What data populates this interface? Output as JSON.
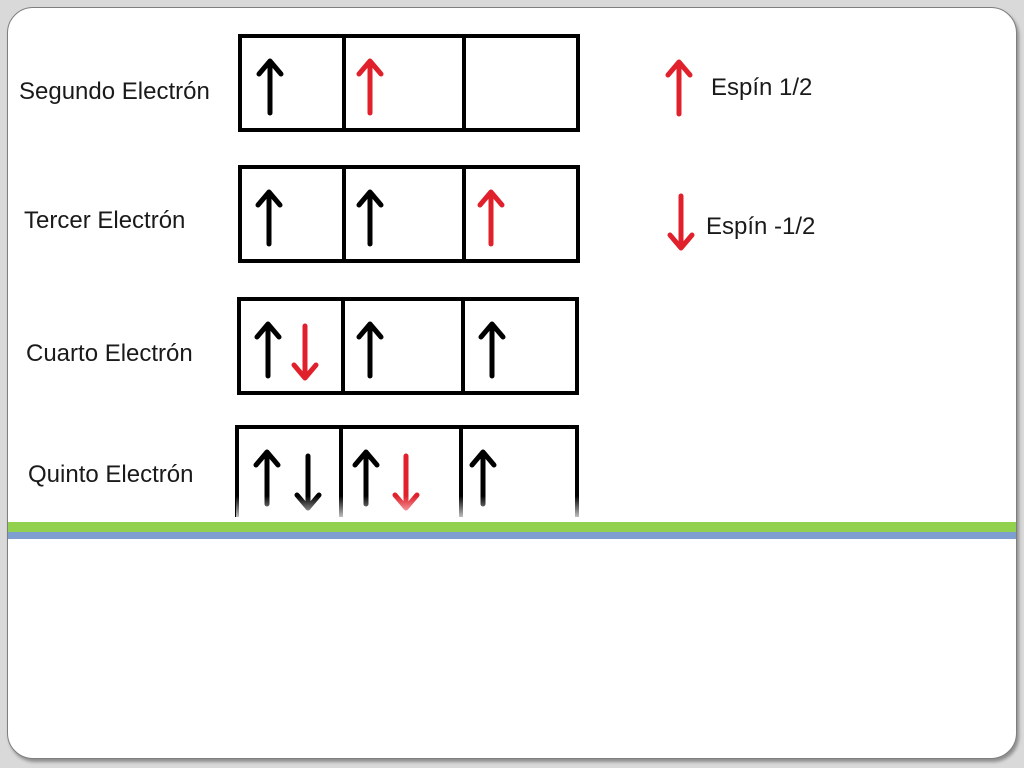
{
  "rows": [
    {
      "label": "Segundo Electrón",
      "boxes": [
        [
          "up-black"
        ],
        [
          "up-red"
        ],
        []
      ]
    },
    {
      "label": "Tercer Electrón",
      "boxes": [
        [
          "up-black"
        ],
        [
          "up-black"
        ],
        [
          "up-red"
        ]
      ]
    },
    {
      "label": "Cuarto Electrón",
      "boxes": [
        [
          "up-black",
          "down-red"
        ],
        [
          "up-black"
        ],
        [
          "up-black"
        ]
      ]
    },
    {
      "label": "Quinto Electrón",
      "boxes": [
        [
          "up-black",
          "down-black"
        ],
        [
          "up-black",
          "down-red"
        ],
        [
          "up-black"
        ]
      ]
    }
  ],
  "legend": [
    {
      "icon": "arrow-up-icon",
      "label": "Espín 1/2"
    },
    {
      "icon": "arrow-down-icon",
      "label": "Espín -1/2"
    }
  ],
  "colors": {
    "spin_new": "#e0202b",
    "spin_existing": "#000000",
    "accent_green": "#92d050",
    "accent_blue": "#7f9fd0"
  }
}
